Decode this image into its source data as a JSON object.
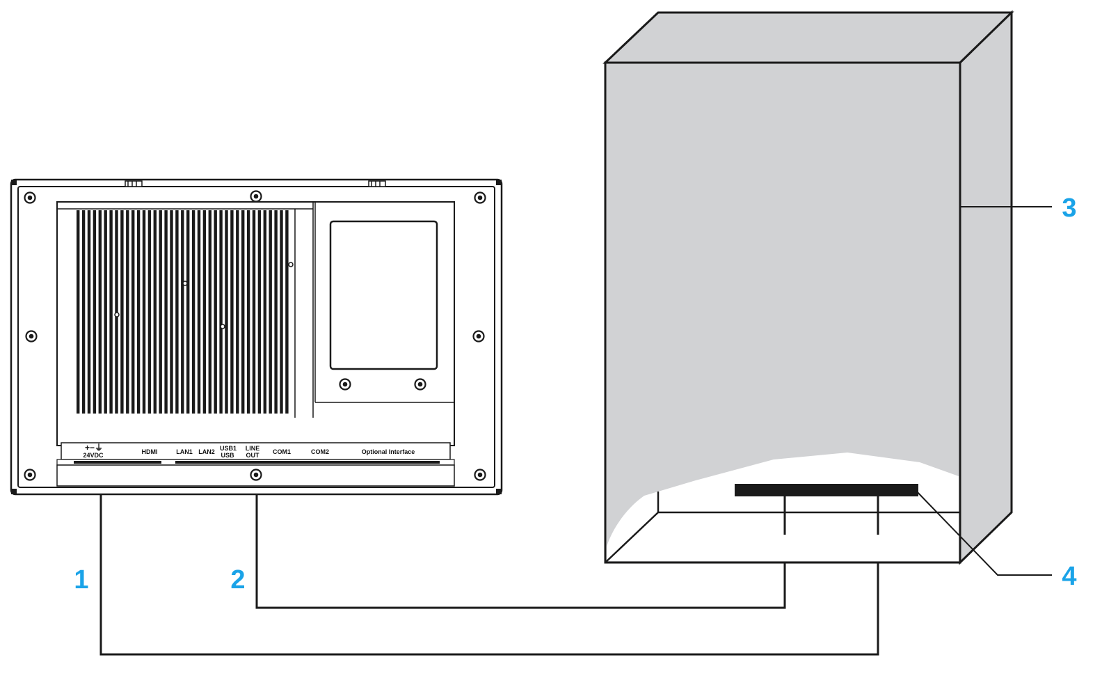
{
  "device": {
    "ports": {
      "power_symbol": "+−⏚",
      "power": "24VDC",
      "hdmi": "HDMI",
      "lan1": "LAN1",
      "lan2": "LAN2",
      "usb_line1": "USB1",
      "usb_line2": "USB",
      "lineout_line1": "LINE",
      "lineout_line2": "OUT",
      "com1": "COM1",
      "com2": "COM2",
      "optional": "Optional Interface"
    }
  },
  "callouts": {
    "c1": "1",
    "c2": "2",
    "c3": "3",
    "c4": "4"
  },
  "colors": {
    "callout": "#1aa3e8",
    "cabinet_fill": "#d1d2d4",
    "line": "#1a1a1a"
  }
}
